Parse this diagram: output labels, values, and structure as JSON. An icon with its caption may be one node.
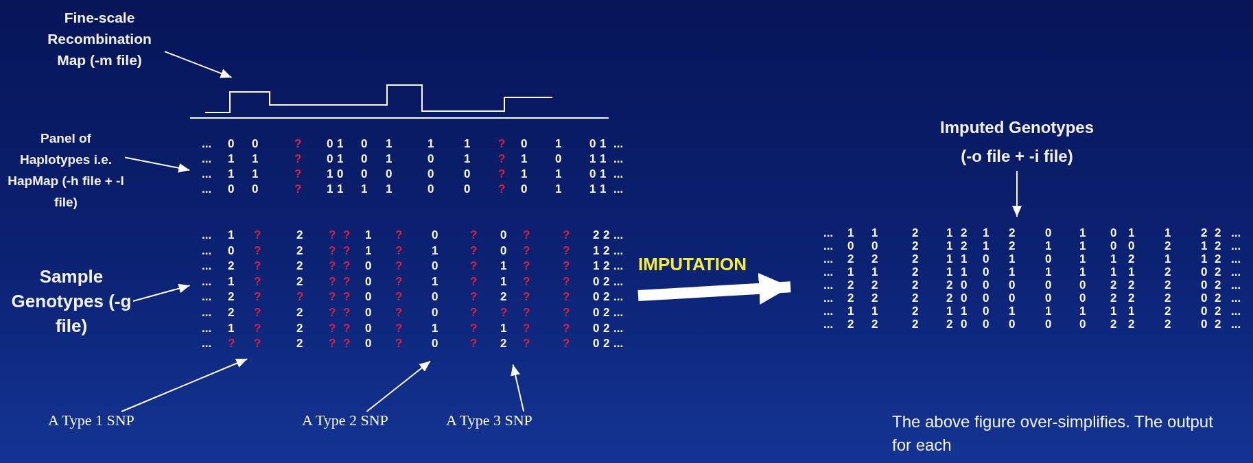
{
  "diagram": {
    "nodes": [
      {
        "text": [
          "Fine-scale Recombination Map (-m file)"
        ]
      },
      {
        "text": [],
        "shape": "line"
      },
      {
        "text": [
          "Panel of Haplotypes i.e. HapMap (-h file + -l file)"
        ]
      },
      {
        "text": [
          "... 0 0 ? 0 1 0 1 1 1 ? 0 1 0 1 ...",
          "... 1 1 ? 0 1 0 1 0 1 ? 1 0 1 1 ...",
          "... 1 1 ? 1 0 0 0 0 0 ? 1 1 0 1 ...",
          "... 0 0 ? 1 1 1 1 0 0 ? 0 1 1 1 ..."
        ]
      },
      {
        "text": [
          "Sample Genotypes (-g file)"
        ]
      },
      {
        "text": [
          "... 1 ? 2 ? ? 1 ? 0 ? 0 ? ? 2 2 ...",
          "... 0 ? 2 ? ? 1 ? 1 ? 0 ? ? 1 2 ...",
          "... 2 ? 2 ? ? 0 ? 0 ? 1 ? ? 1 2 ...",
          "... 1 ? 2 ? ? 0 ? 1 ? 1 ? ? 0 2 ...",
          "... 2 ? ? ? ? 0 ? 0 ? 2 ? ? 0 2 ...",
          "... 2 ? 2 ? ? 0 ? 0 ? ? ? ? 0 2 ...",
          "... 1 ? 2 ? ? 0 ? 1 ? 1 ? ? 0 2 ...",
          "... ? ? 2 ? ? 0 ? 0 ? 2 ? ? 0 2 ..."
        ]
      },
      {
        "text": [
          "Imputed Genotypes (-o file + -i file)"
        ]
      },
      {
        "text": [
          "... 1 1 2 1 2 1 2 0 1 0 1 1 2 2 ...",
          "... 0 0 2 1 2 1 2 1 1 0 0 2 1 2 ...",
          "... 2 2 2 1 1 0 1 0 1 1 2 1 1 2 ...",
          "... 1 1 2 1 1 0 1 1 1 1 1 2 0 2 ...",
          "... 2 2 2 2 0 0 0 0 0 2 2 2 0 2 ...",
          "... 2 2 2 2 0 0 0 0 0 2 2 2 0 2 ...",
          "... 1 1 2 1 1 0 1 1 1 1 1 2 0 2 ...",
          "... 2 2 2 2 0 0 0 0 0 2 2 2 0 2 ..."
        ]
      },
      {
        "text": [
          "A Type 1 SNP"
        ]
      },
      {
        "text": [
          "A Type 2 SNP"
        ]
      },
      {
        "text": [
          "A Type 3 SNP"
        ]
      }
    ],
    "edges": [
      {
        "from": 0,
        "to": 1,
        "arrow": "to"
      },
      {
        "from": 2,
        "to": 3,
        "arrow": "to"
      },
      {
        "from": 4,
        "to": 5,
        "arrow": "to"
      },
      {
        "from": 6,
        "to": 7,
        "arrow": "to"
      },
      {
        "from": 5,
        "to": 7,
        "arrow": "to",
        "label": "IMPUTATION",
        "style": "thick"
      },
      {
        "from": 8,
        "to": 5,
        "arrow": "to"
      },
      {
        "from": 9,
        "to": 5,
        "arrow": "to"
      },
      {
        "from": 10,
        "to": 5,
        "arrow": "to"
      }
    ],
    "labels": [
      "The above figure over-simplifies. The output for each"
    ]
  }
}
